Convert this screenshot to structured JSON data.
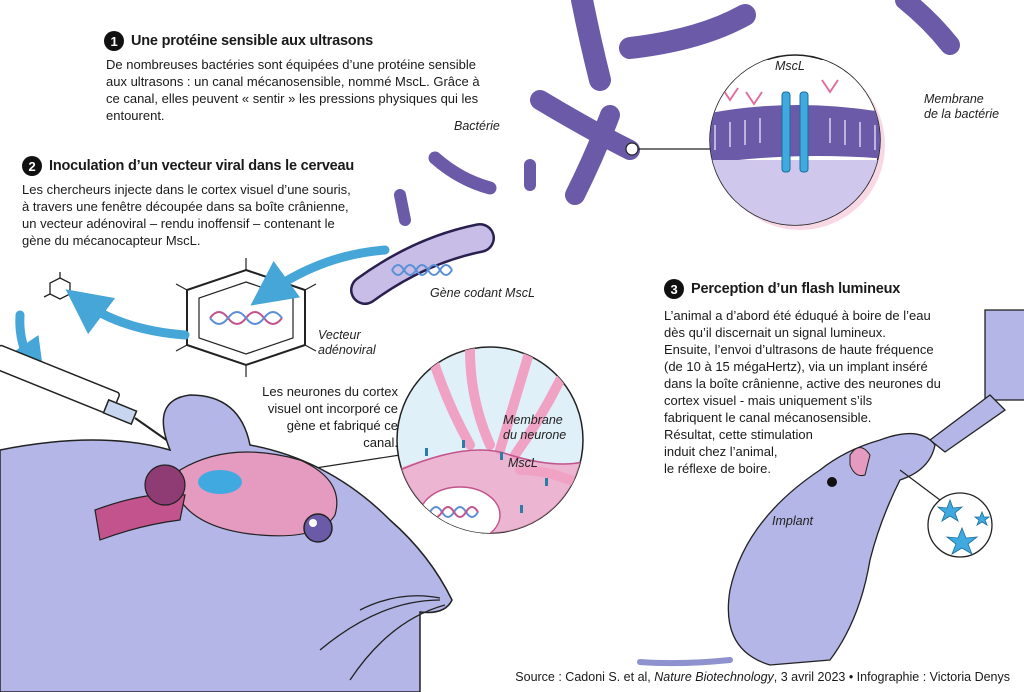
{
  "section1": {
    "number": "1",
    "title": "Une protéine sensible aux ultrasons",
    "text": "De nombreuses bactéries sont équipées d’une protéine sensible aux ultrasons : un canal mécanosensible, nommé MscL. Grâce à ce canal, elles peuvent « sentir » les pressions physiques qui les entourent."
  },
  "section2": {
    "number": "2",
    "title": "Inoculation d’un vecteur viral dans le cerveau",
    "text": "Les chercheurs injecte dans le cortex visuel d’une souris, à travers une fenêtre découpée dans sa boîte crânienne, un vecteur adénoviral – rendu inoffensif – contenant le gène du mécanocapteur MscL."
  },
  "section3": {
    "number": "3",
    "title": "Perception d’un flash lumineux",
    "lines": [
      "L’animal a d’abord été éduqué à boire de l’eau",
      "dès qu’il discernait un signal lumineux.",
      "Ensuite, l’envoi d’ultrasons de haute fréquence",
      "(de 10 à 15 mégaHertz), via un implant inséré",
      "dans la boîte crânienne, active des neurones du",
      "cortex visuel - mais uniquement s’ils",
      "fabriquent le canal mécanosensible.",
      "Résultat, cette stimulation",
      "induit chez l’animal,",
      "le réflexe de boire."
    ]
  },
  "labels": {
    "bacterie": "Bactérie",
    "mscl_top": "MscL",
    "membrane_bacterie": "Membrane\nde la bactérie",
    "gene": "Gène codant MscL",
    "vecteur": "Vecteur\nadénoviral",
    "neurones_text": "Les neurones du cortex\nvisuel ont incorporé ce\ngène et fabriqué ce canal.",
    "membrane_neurone": "Membrane\ndu neurone",
    "mscl_neuron": "MscL",
    "implant": "Implant"
  },
  "source": {
    "prefix": "Source : Cadoni S. et al, ",
    "journal": "Nature Biotechnology",
    "suffix": ", 3 avril 2023 •  Infographie : Victoria Denys"
  },
  "colors": {
    "bacteria": "#6a5aa8",
    "mouse": "#b3b6e6",
    "mouse_shadow": "#8e92cf",
    "brain": "#e59ac0",
    "brain_dark": "#c2538c",
    "cortex_spot": "#3fa9e0",
    "neuron": "#f0a2c4",
    "dna": "#5b8fd6",
    "arrow": "#46a6d8"
  }
}
